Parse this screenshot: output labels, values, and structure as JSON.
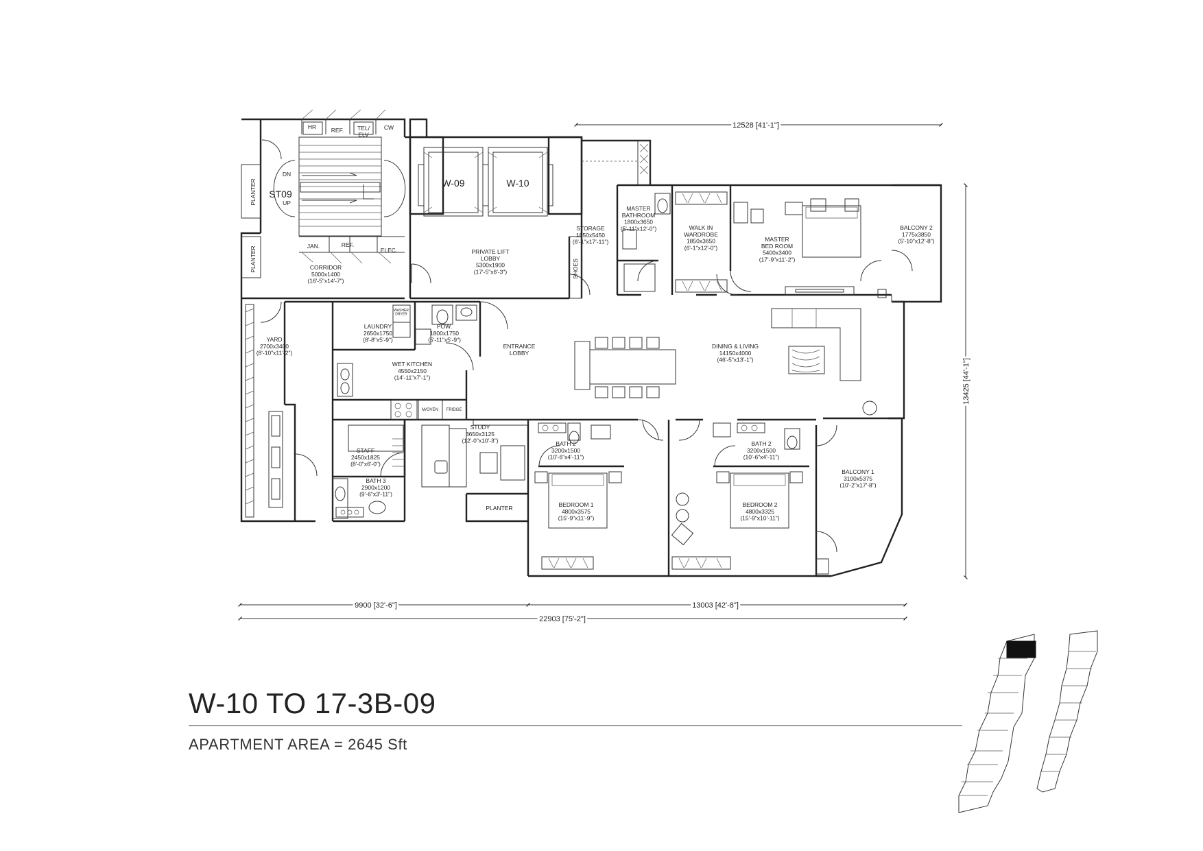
{
  "unit_title": "W-10 TO 17-3B-09",
  "area_label": "APARTMENT AREA = 2645 Sft",
  "dimensions": {
    "top": "12528 [41'-1\"]",
    "right": "13425 [44'-1\"]",
    "bottom_left": "9900 [32'-6\"]",
    "bottom_right": "13003 [42'-8\"]",
    "bottom_total": "22903 [75'-2\"]"
  },
  "rooms": [
    {
      "id": "st09",
      "name": "ST09",
      "size": "",
      "imperial": ""
    },
    {
      "id": "lift-w09",
      "name": "W-09",
      "size": "",
      "imperial": ""
    },
    {
      "id": "lift-w10",
      "name": "W-10",
      "size": "",
      "imperial": ""
    },
    {
      "id": "private-lift-lobby",
      "name": "PRIVATE LIFT\nLOBBY",
      "size": "5300x1900",
      "imperial": "(17'-5\"x6'-3\")"
    },
    {
      "id": "corridor",
      "name": "CORRIDOR",
      "size": "5000x1400",
      "imperial": "(16'-5\"x14'-7\")"
    },
    {
      "id": "storage",
      "name": "STORAGE",
      "size": "1850x5450",
      "imperial": "(6'-1\"x17'-11\")"
    },
    {
      "id": "master-bathroom",
      "name": "MASTER\nBATHROOM",
      "size": "1800x3650",
      "imperial": "(5'-11\"x12'-0\")"
    },
    {
      "id": "walk-in-wardrobe",
      "name": "WALK IN\nWARDROBE",
      "size": "1850x3650",
      "imperial": "(6'-1\"x12'-0\")"
    },
    {
      "id": "master-bedroom",
      "name": "MASTER\nBED ROOM",
      "size": "5400x3400",
      "imperial": "(17'-9\"x11'-2\")"
    },
    {
      "id": "balcony-2",
      "name": "BALCONY 2",
      "size": "1775x3850",
      "imperial": "(5'-10\"x12'-8\")"
    },
    {
      "id": "yard",
      "name": "YARD",
      "size": "2700x3400",
      "imperial": "(8'-10\"x11'-2\")"
    },
    {
      "id": "laundry",
      "name": "LAUNDRY",
      "size": "2650x1750",
      "imperial": "(8'-8\"x5'-9\")"
    },
    {
      "id": "pow",
      "name": "POW.",
      "size": "1800x1750",
      "imperial": "(5'-11\"x5'-9\")"
    },
    {
      "id": "entrance-lobby",
      "name": "ENTRANCE\nLOBBY",
      "size": "",
      "imperial": ""
    },
    {
      "id": "dining-living",
      "name": "DINING & LIVING",
      "size": "14150x4000",
      "imperial": "(46'-5\"x13'-1\")"
    },
    {
      "id": "wet-kitchen",
      "name": "WET KITCHEN",
      "size": "4550x2150",
      "imperial": "(14'-11\"x7'-1\")"
    },
    {
      "id": "study",
      "name": "STUDY",
      "size": "3650x3125",
      "imperial": "(12'-0\"x10'-3\")"
    },
    {
      "id": "staff",
      "name": "STAFF",
      "size": "2450x1825",
      "imperial": "(8'-0\"x6'-0\")"
    },
    {
      "id": "bath-3",
      "name": "BATH 3",
      "size": "2900x1200",
      "imperial": "(9'-6\"x3'-11\")"
    },
    {
      "id": "bath-2a",
      "name": "BATH 2",
      "size": "3200x1500",
      "imperial": "(10'-6\"x4'-11\")"
    },
    {
      "id": "bath-2b",
      "name": "BATH 2",
      "size": "3200x1500",
      "imperial": "(10'-6\"x4'-11\")"
    },
    {
      "id": "bedroom-1",
      "name": "BEDROOM 1",
      "size": "4800x3575",
      "imperial": "(15'-9\"x11'-9\")"
    },
    {
      "id": "bedroom-2",
      "name": "BEDROOM 2",
      "size": "4800x3325",
      "imperial": "(15'-9\"x10'-11\")"
    },
    {
      "id": "balcony-1",
      "name": "BALCONY 1",
      "size": "3100x5375",
      "imperial": "(10'-2\"x17'-8\")"
    }
  ],
  "small_labels": {
    "planter_a": "PLANTER",
    "planter_b": "PLANTER",
    "planter_c": "PLANTER",
    "hr": "HR",
    "ref_top": "REF.",
    "tel": "TEL/\nELV",
    "cw": "CW",
    "dn": "DN",
    "up": "UP",
    "jan": "JAN.",
    "ref_bottom": "REF.",
    "elec": "ELEC.",
    "shoes": "SHOES",
    "moven": "M/OVEN",
    "fridge": "FRIDGE",
    "washer": "WASHER\nDRYER"
  }
}
